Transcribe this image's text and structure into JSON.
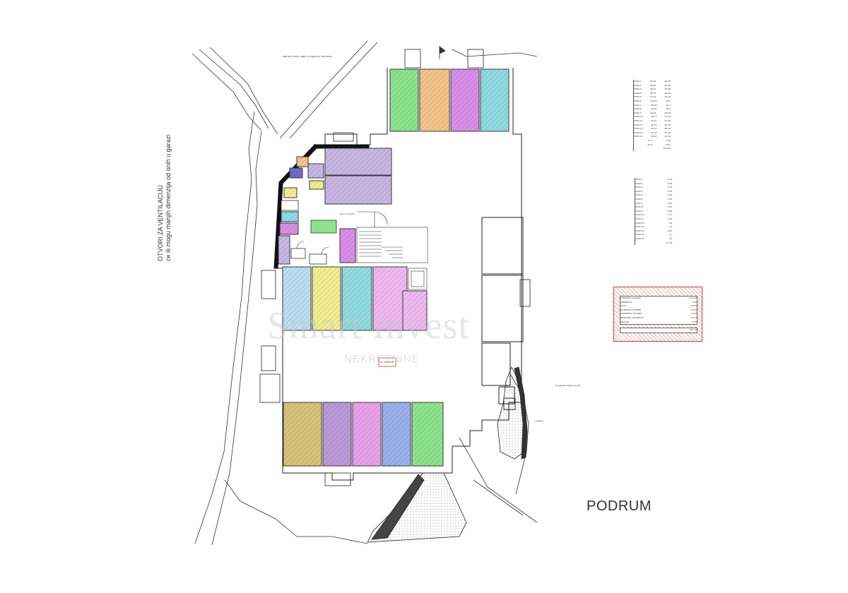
{
  "floor_label": "PODRUM",
  "ventilation_note": [
    "OTVORI ZA VENTILACIJU",
    "ce ili mogu manjih dimenzija od onih u garazi"
  ],
  "watermark": {
    "brand": "Smart Invest",
    "sub": "NEKRETNINE"
  },
  "colors": {
    "purple": "#c8b6e2",
    "orange": "#f2c48a",
    "magenta": "#d98ee8",
    "cyan": "#8fdbe0",
    "khaki": "#d8c27a",
    "green": "#8ce38c",
    "blue": "#9ab0ec",
    "yellow": "#f2ee90",
    "pink": "#efb8ef",
    "violet": "#b99ad8",
    "navy": "#6a6ad0",
    "red": "#d23a3a"
  },
  "table1": {
    "rows": [
      [
        "STAN 1",
        "26,22",
        "26,80"
      ],
      [
        "STAN 2",
        "26,22",
        "26,80"
      ],
      [
        "STAN 3",
        "36,27",
        "35,58"
      ],
      [
        "STAN 4",
        "36,27",
        "28,96"
      ],
      [
        "STAN 5",
        "31,91",
        "25,46"
      ],
      [
        "STAN 6",
        "46,91",
        "29,5"
      ],
      [
        "STAN 7",
        "36,99",
        "20,1"
      ],
      [
        "STAN 8",
        "34,02",
        "23,5"
      ],
      [
        "STAN 9",
        "26,22",
        "25,86"
      ],
      [
        "STAN 10",
        "36,27",
        "27,94"
      ],
      [
        "STAN 11",
        "32,57",
        "27,94"
      ],
      [
        "STAN 12",
        "33,52",
        "26,38"
      ],
      [
        "STAN 13",
        "31,57",
        "28,59"
      ],
      [
        "STAN 14",
        "22,18",
        "27,48"
      ],
      [
        "STAN 15",
        "22,28",
        "27,36"
      ],
      [
        "",
        "11,3",
        "11,8"
      ],
      [
        "",
        "22,8",
        "22,6"
      ]
    ],
    "total": "402,56"
  },
  "table2": {
    "rows": [
      [
        "STAN 1",
        "2,19"
      ],
      [
        "STAN 2",
        "2,48"
      ],
      [
        "STAN 3",
        "2,48"
      ],
      [
        "STAN 4",
        "2,06"
      ],
      [
        "STAN 5",
        "1,96"
      ],
      [
        "STAN 6",
        "1,29"
      ],
      [
        "STAN 7",
        "2,42"
      ],
      [
        "STAN 8",
        "1,55"
      ],
      [
        "STAN 9",
        "1,86"
      ],
      [
        "STAN 10",
        "1,73"
      ],
      [
        "STAN 11",
        "1,96"
      ],
      [
        "STAN 12",
        "1,8"
      ],
      [
        "STAN 13",
        "1,8"
      ],
      [
        "STAN 14",
        "2,85"
      ],
      [
        "STAN 15",
        "1,7"
      ],
      [
        "STAN 16",
        "1,8"
      ]
    ],
    "total": "27,58"
  },
  "table3": {
    "rows": [
      [
        "POVRSINA GARAZE",
        "271,40"
      ],
      [
        "SPREMISTA",
        "2,56"
      ],
      [
        "ULAZ",
        "33,50"
      ],
      [
        "STUBISTE I HODNIK",
        "27,50"
      ],
      [
        "SPREMISTA UKUPNO",
        "47,08"
      ],
      [
        "POVRSINA SKLONISTA",
        "37,24"
      ],
      [
        "PROLAZ",
        "13,6"
      ]
    ],
    "total": "795,75"
  },
  "labels": {
    "top_note": "GBP 601,76m2 / GBP u konfiguraciji 356,45m2",
    "ramp_note": "ko garaza manja za kat",
    "stair_note": "ulaz u podrum",
    "entry_note": "u garazu",
    "red_box": "UL. PODRUM"
  }
}
